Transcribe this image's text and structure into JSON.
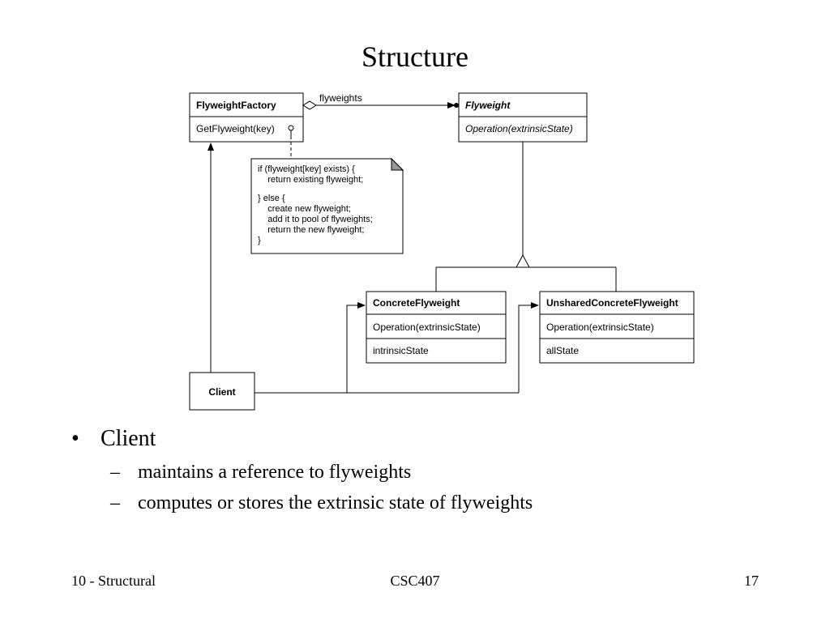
{
  "slide": {
    "title": "Structure",
    "footer_left": "10 - Structural",
    "footer_center": "CSC407",
    "footer_right": "17"
  },
  "diagram": {
    "factory": {
      "name": "FlyweightFactory",
      "operation": "GetFlyweight(key)"
    },
    "association_label": "flyweights",
    "flyweight": {
      "name": "Flyweight",
      "operation": "Operation(extrinsicState)"
    },
    "note_lines": [
      "if (flyweight[key] exists) {",
      "    return existing flyweight;",
      "} else {",
      "    create new flyweight;",
      "    add it to pool of flyweights;",
      "    return the new flyweight;",
      "}"
    ],
    "concrete": {
      "name": "ConcreteFlyweight",
      "operation": "Operation(extrinsicState)",
      "attribute": "intrinsicState"
    },
    "unshared": {
      "name": "UnsharedConcreteFlyweight",
      "operation": "Operation(extrinsicState)",
      "attribute": "allState"
    },
    "client": {
      "name": "Client"
    }
  },
  "bullets": {
    "main": "Client",
    "sub": [
      "maintains a reference to flyweights",
      "computes or stores the extrinsic state of flyweights"
    ]
  }
}
